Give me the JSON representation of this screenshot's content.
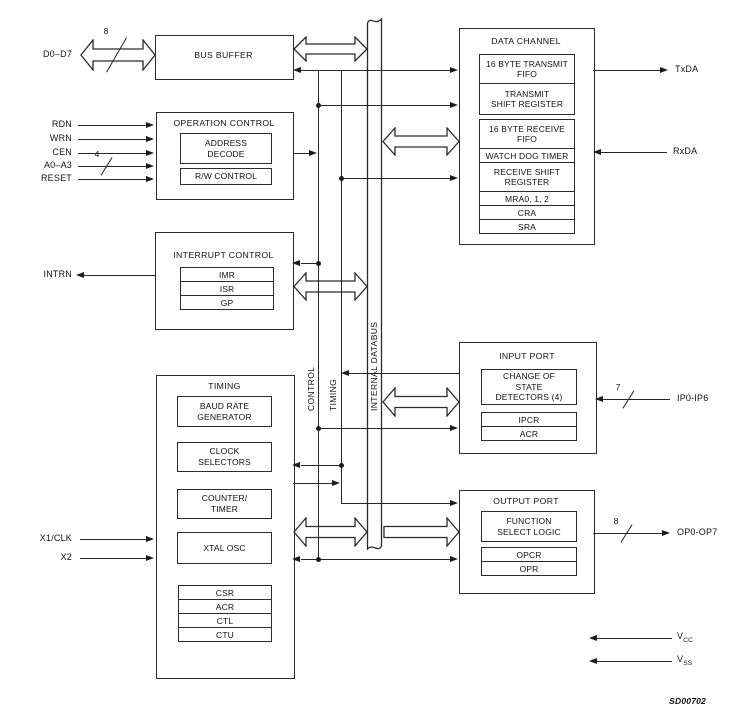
{
  "left_signals": {
    "d0d7": "D0–D7",
    "d_width": "8",
    "rdn": "RDN",
    "wrn": "WRN",
    "cen": "CEN",
    "a0a3": "A0–A3",
    "a_width": "4",
    "reset": "RESET",
    "intrn": "INTRN",
    "x1clk": "X1/CLK",
    "x2": "X2"
  },
  "right_signals": {
    "txda": "TxDA",
    "rxda": "RxDA",
    "ip": "IP0-IP6",
    "ip_width": "7",
    "op": "OP0-OP7",
    "op_width": "8",
    "vcc_base": "V",
    "vcc_sub": "CC",
    "vss_base": "V",
    "vss_sub": "SS"
  },
  "bus": {
    "internal_databus": "INTERNAL DATABUS",
    "control": "CONTROL",
    "timing": "TIMING"
  },
  "blocks": {
    "bus_buffer": {
      "title": "BUS BUFFER"
    },
    "operation_control": {
      "title": "OPERATION CONTROL",
      "address_decode": "ADDRESS\nDECODE",
      "rw_control": "R/W CONTROL"
    },
    "interrupt_control": {
      "title": "INTERRUPT CONTROL",
      "regs": [
        "IMR",
        "ISR",
        "GP"
      ]
    },
    "timing": {
      "title": "TIMING",
      "baud_rate_generator": "BAUD RATE\nGENERATOR",
      "clock_selectors": "CLOCK\nSELECTORS",
      "counter_timer": "COUNTER/\nTIMER",
      "xtal_osc": "XTAL OSC",
      "regs": [
        "CSR",
        "ACR",
        "CTL",
        "CTU"
      ]
    },
    "data_channel": {
      "title": "DATA CHANNEL",
      "tx_fifo": "16 BYTE TRANSMIT\nFIFO",
      "tx_shift": "TRANSMIT\nSHIFT REGISTER",
      "rx_fifo": "16 BYTE RECEIVE\nFIFO",
      "watchdog": "WATCH DOG TIMER",
      "rx_shift": "RECEIVE SHIFT\nREGISTER",
      "regs": [
        "MRA0, 1, 2",
        "CRA",
        "SRA"
      ]
    },
    "input_port": {
      "title": "INPUT PORT",
      "change_of_state": "CHANGE OF\nSTATE\nDETECTORS (4)",
      "regs": [
        "IPCR",
        "ACR"
      ]
    },
    "output_port": {
      "title": "OUTPUT PORT",
      "function_select": "FUNCTION\nSELECT LOGIC",
      "regs": [
        "OPCR",
        "OPR"
      ]
    }
  },
  "figure_id": "SD00702"
}
